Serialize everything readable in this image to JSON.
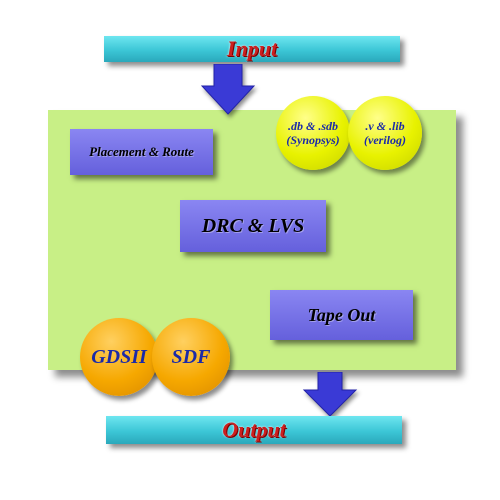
{
  "input_bar": {
    "label": "Input"
  },
  "output_bar": {
    "label": "Output"
  },
  "boxes": {
    "placement": "Placement & Route",
    "drc": "DRC & LVS",
    "tapeout": "Tape Out"
  },
  "discs": {
    "synopsys": {
      "line1": ".db & .sdb",
      "line2": "(Synopsys)"
    },
    "verilog": {
      "line1": ".v & .lib",
      "line2": "(verilog)"
    },
    "gdsii": "GDSII",
    "sdf": "SDF"
  },
  "icons": {
    "down_arrow": "down-arrow-icon"
  },
  "colors": {
    "bar": "#3cc6d6",
    "bar_text": "#cc1f1f",
    "panel": "#c8ef86",
    "box": "#7570e6",
    "disc_yellow": "#e8f200",
    "disc_orange": "#f6a800",
    "disc_text": "#1b2aa8",
    "arrow": "#3a3ad6"
  }
}
